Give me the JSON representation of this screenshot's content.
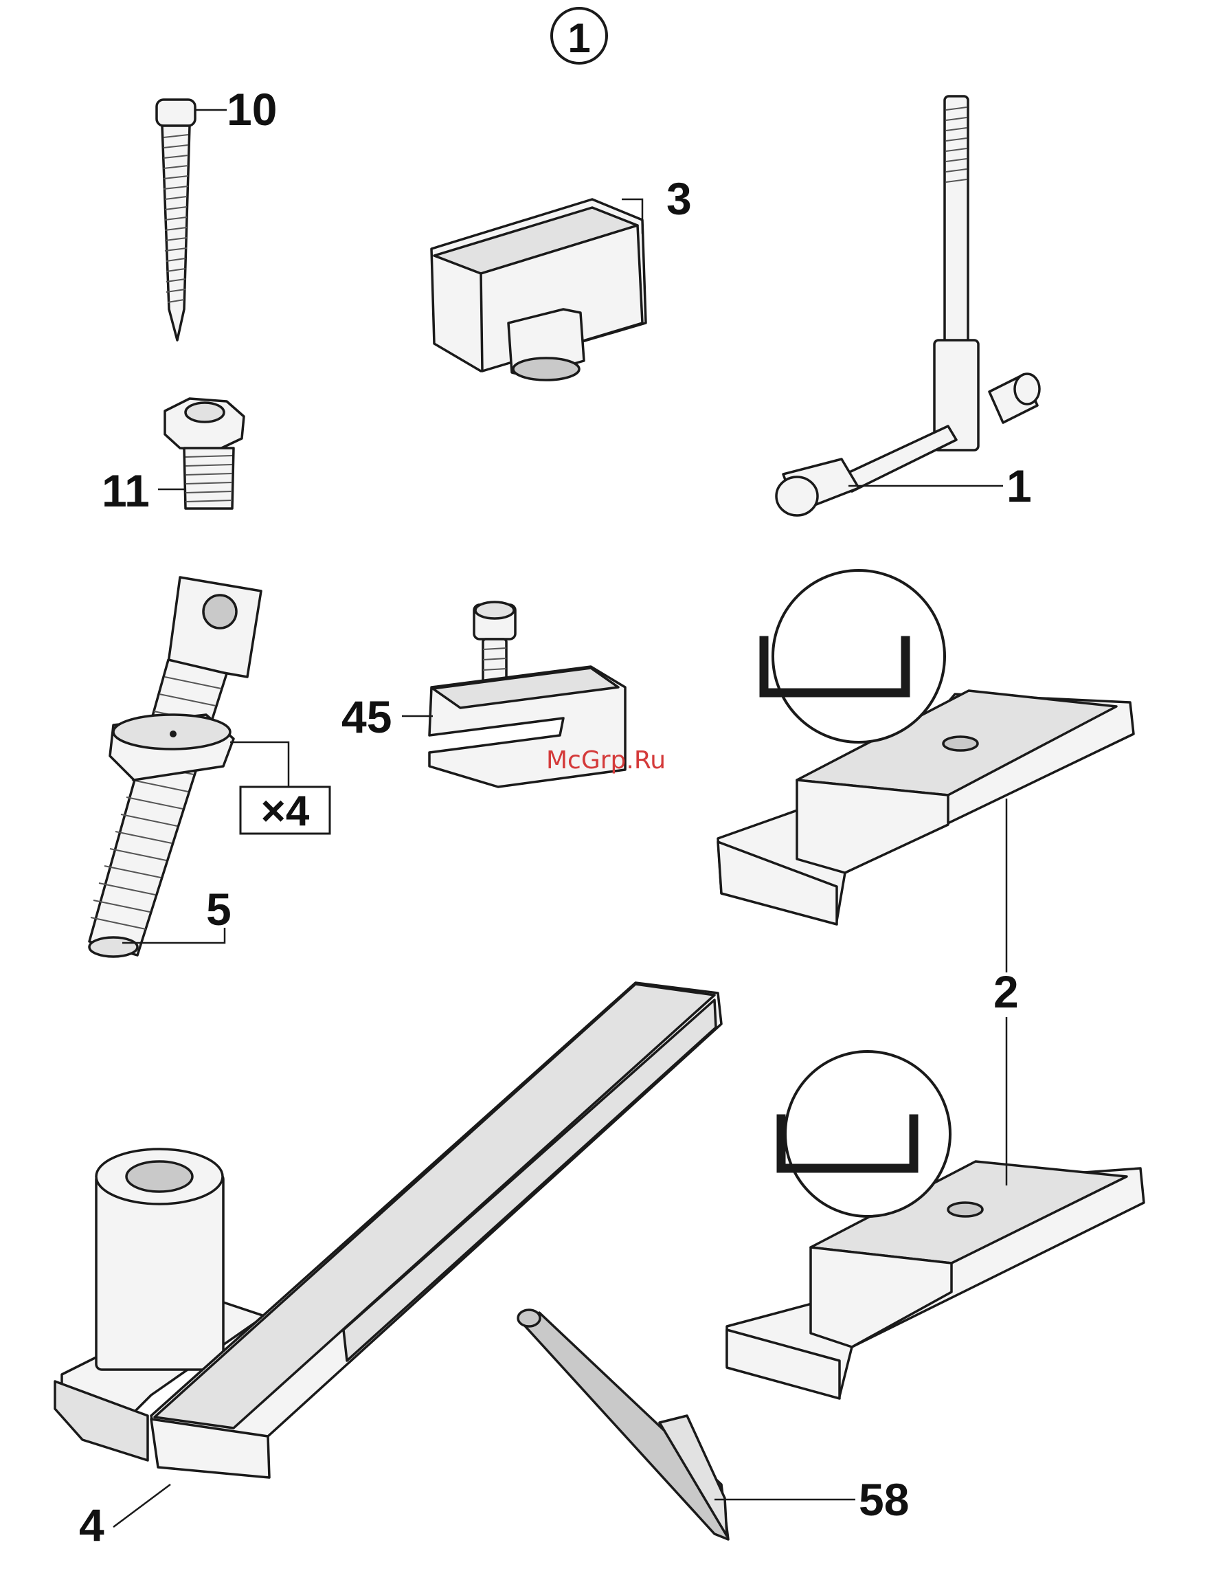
{
  "sheet": {
    "number": "1"
  },
  "callouts": {
    "part_10": "10",
    "part_3": "3",
    "part_11": "11",
    "part_1": "1",
    "part_45": "45",
    "part_5": "5",
    "part_5_quantity": "×4",
    "part_2": "2",
    "part_4": "4",
    "part_58": "58"
  },
  "watermark": "McGrp.Ru",
  "colors": {
    "line": "#1a1a1a",
    "watermark": "#d43a3a"
  }
}
